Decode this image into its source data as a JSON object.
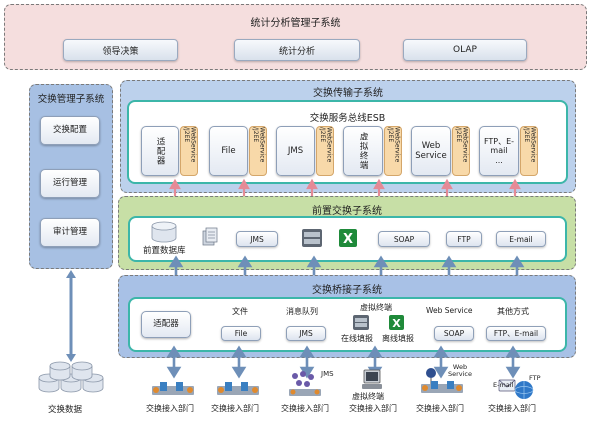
{
  "stats": {
    "title": "统计分析管理子系统",
    "items": [
      "领导决策",
      "统计分析",
      "OLAP"
    ]
  },
  "mgmt": {
    "title": "交换管理子系统",
    "items": [
      "交换配置",
      "运行管理",
      "审计管理"
    ],
    "db_label": "交换数据"
  },
  "transport": {
    "title": "交换传输子系统",
    "esb": "交换服务总线ESB",
    "adapters": [
      "适配器",
      "File",
      "JMS",
      "虚拟终端",
      "Web Service",
      "FTP、E-mail\n..."
    ],
    "ws_label": "WebService /J2EE"
  },
  "front": {
    "title": "前置交换子系统",
    "db_label": "前置数据库",
    "items": [
      "JMS",
      "SOAP",
      "FTP",
      "E-mail"
    ]
  },
  "bridge": {
    "title": "交换桥接子系统",
    "adapter": "适配器",
    "headers": [
      "文件",
      "消息队列",
      "虚拟终端",
      "Web Service",
      "其他方式"
    ],
    "buttons": [
      "File",
      "JMS",
      "SOAP",
      "FTP、E-mail"
    ],
    "online": "在线填报",
    "offline": "离线填报"
  },
  "departments": {
    "label": "交换接入部门",
    "jms_tag": "JMS",
    "vt_label": "虚拟终端",
    "ws_tag": "Web Service",
    "email_tag": "E-mail",
    "ftp_tag": "FTP"
  },
  "colors": {
    "stats_bg": "#f5dede",
    "mgmt_bg": "#a7c0e3",
    "transport_bg": "#bcd1ec",
    "front_bg": "#c7dfa6",
    "bridge_bg": "#a8c1e6",
    "accent": "#3cb6a9",
    "ws_orange": "#f8d9a9",
    "arrow_pink": "#e58a96",
    "arrow_blue": "#6e8fb8"
  }
}
